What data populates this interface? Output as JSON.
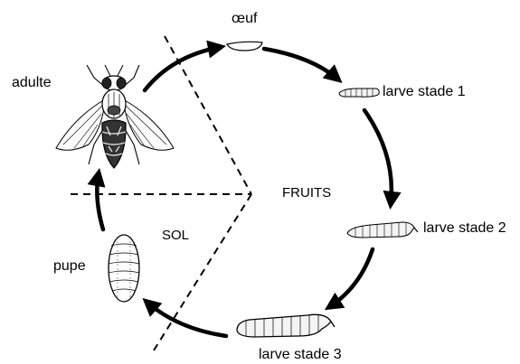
{
  "labels": {
    "egg": "œuf",
    "larva1": "larve stade 1",
    "larva2": "larve stade 2",
    "larva3": "larve stade 3",
    "pupa": "pupe",
    "adult": "adulte",
    "fruits": "FRUITS",
    "soil": "SOL"
  },
  "colors": {
    "ink": "#000000",
    "background": "#ffffff",
    "larva_fill": "#f4f4f4"
  },
  "icons": [
    "egg-icon",
    "larva-stage1-icon",
    "larva-stage2-icon",
    "larva-stage3-icon",
    "pupa-icon",
    "fly-icon"
  ]
}
